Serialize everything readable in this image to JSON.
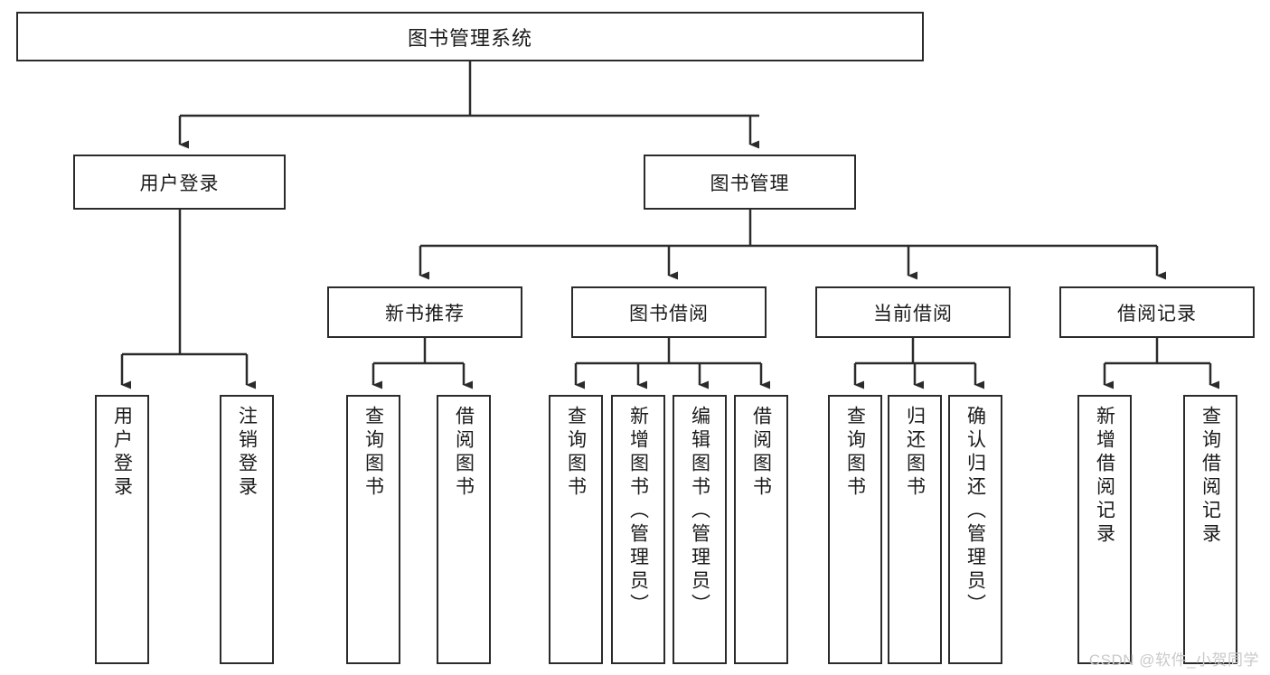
{
  "diagram": {
    "type": "tree",
    "title": "图书管理系统",
    "theme": {
      "background": "#ffffff",
      "box_border": "#2b2b2b",
      "box_fill": "#ffffff",
      "text": "#1a1a1a",
      "connector": "#2b2b2b",
      "watermark": "#c9c9c9"
    },
    "root": {
      "label": "图书管理系统"
    },
    "level2": [
      {
        "label": "用户登录"
      },
      {
        "label": "图书管理"
      }
    ],
    "level3": [
      {
        "label": "新书推荐"
      },
      {
        "label": "图书借阅"
      },
      {
        "label": "当前借阅"
      },
      {
        "label": "借阅记录"
      }
    ],
    "leaves": {
      "user_login": [
        {
          "label": "用户登录"
        },
        {
          "label": "注销登录"
        }
      ],
      "new_book_recommend": [
        {
          "label": "查询图书"
        },
        {
          "label": "借阅图书"
        }
      ],
      "book_borrow": [
        {
          "label": "查询图书"
        },
        {
          "label": "新增图书（管理员）"
        },
        {
          "label": "编辑图书（管理员）"
        },
        {
          "label": "借阅图书"
        }
      ],
      "current_borrow": [
        {
          "label": "查询图书"
        },
        {
          "label": "归还图书"
        },
        {
          "label": "确认归还（管理员）"
        }
      ],
      "borrow_record": [
        {
          "label": "新增借阅记录"
        },
        {
          "label": "查询借阅记录"
        }
      ]
    },
    "watermark": "CSDN @软件_小贺同学"
  }
}
